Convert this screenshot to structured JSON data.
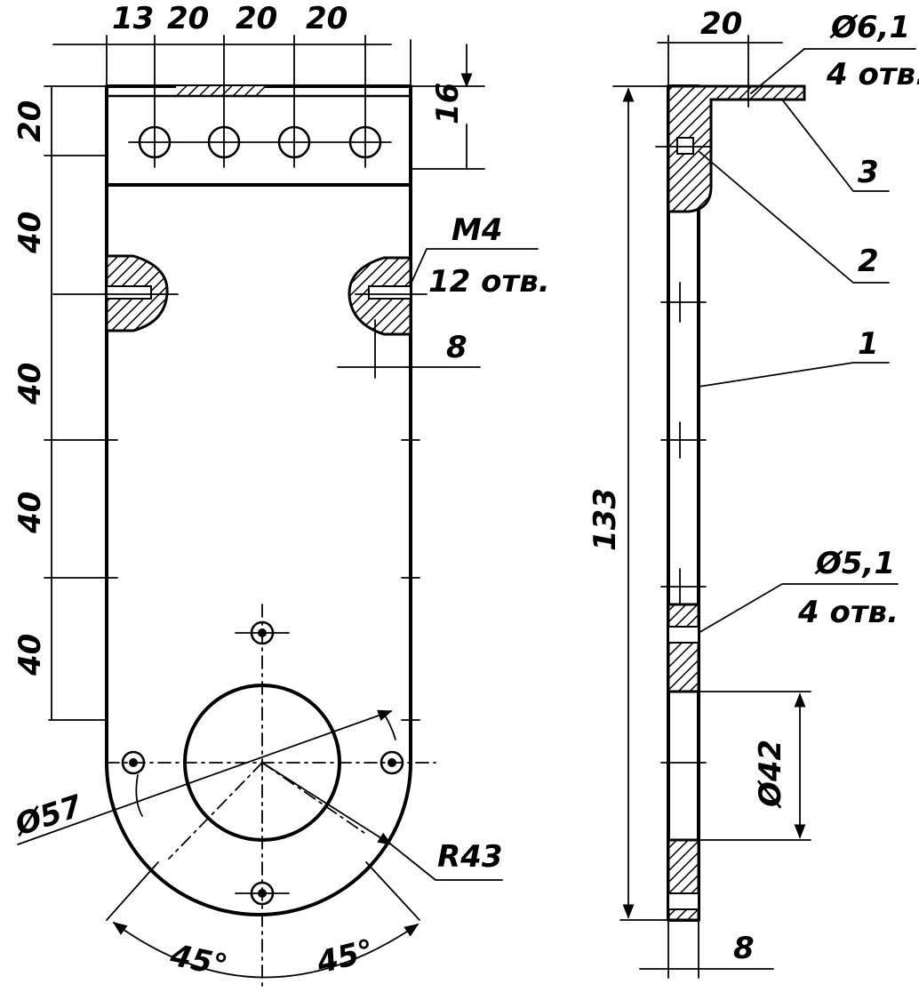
{
  "front_view": {
    "top_dims": [
      "13",
      "20",
      "20",
      "20"
    ],
    "flange_height": "16",
    "left_dims": [
      "20",
      "40",
      "40",
      "40",
      "40"
    ],
    "thread_callout": {
      "size": "M4",
      "count": "12 отв."
    },
    "thread_offset": "8",
    "circle_diameter": "Ø57",
    "radius": "R43",
    "angles": [
      "45°",
      "45°"
    ]
  },
  "side_view": {
    "top_dim": "20",
    "hole_callout_top": {
      "size": "Ø6,1",
      "count": "4 отв."
    },
    "hole_callout_bottom": {
      "size": "Ø5,1",
      "count": "4 отв."
    },
    "overall_height": "133",
    "bore_diameter": "Ø42",
    "thickness": "8",
    "parts": [
      "1",
      "2",
      "3"
    ]
  }
}
